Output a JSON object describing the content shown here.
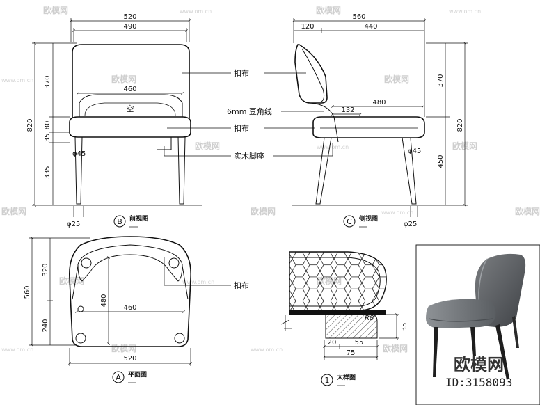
{
  "watermarks": {
    "logo_text": "欧模网",
    "site_text": "www.om.cn"
  },
  "front_view": {
    "title_letter": "B",
    "title": "前视图",
    "dim_overall_width": "520",
    "dim_back_width": "490",
    "dim_seat_width": "460",
    "dim_total_height": "820",
    "dim_back_height": "370",
    "dim_seat_band": "80",
    "dim_seat_offset": "35",
    "dim_leg_height": "335",
    "dim_leg_top_dia": "φ45",
    "dim_leg_bottom_dia": "φ25",
    "opening_label": "空"
  },
  "side_view": {
    "title_letter": "C",
    "title": "侧视图",
    "dim_overall_depth": "560",
    "dim_back_top": "120",
    "dim_back_depth": "440",
    "dim_seat_depth": "480",
    "dim_piping_offset": "132",
    "dim_total_height": "820",
    "dim_back_height": "370",
    "dim_leg_height": "450",
    "dim_leg_top_dia": "φ45",
    "dim_leg_bottom_dia": "φ25"
  },
  "callouts": {
    "fabric_1": "扣布",
    "piping": "6mm  豆角线",
    "fabric_2": "扣布",
    "solid_wood_base": "实木脚座",
    "fabric_3": "扣布"
  },
  "plan_view": {
    "title_letter": "A",
    "title": "平面图",
    "dim_overall_width": "520",
    "dim_inner_width": "460",
    "dim_inner_depth": "480",
    "dim_total_depth": "560",
    "dim_back_depth": "320",
    "dim_front_depth": "240"
  },
  "detail_view": {
    "title_letter": "1",
    "title": "大样图",
    "dim_radius": "R8",
    "dim_height": "35",
    "dim_a": "20",
    "dim_b": "55",
    "dim_total": "75"
  },
  "photo": {
    "brand": "欧模网",
    "id_text": "ID:3158093"
  }
}
